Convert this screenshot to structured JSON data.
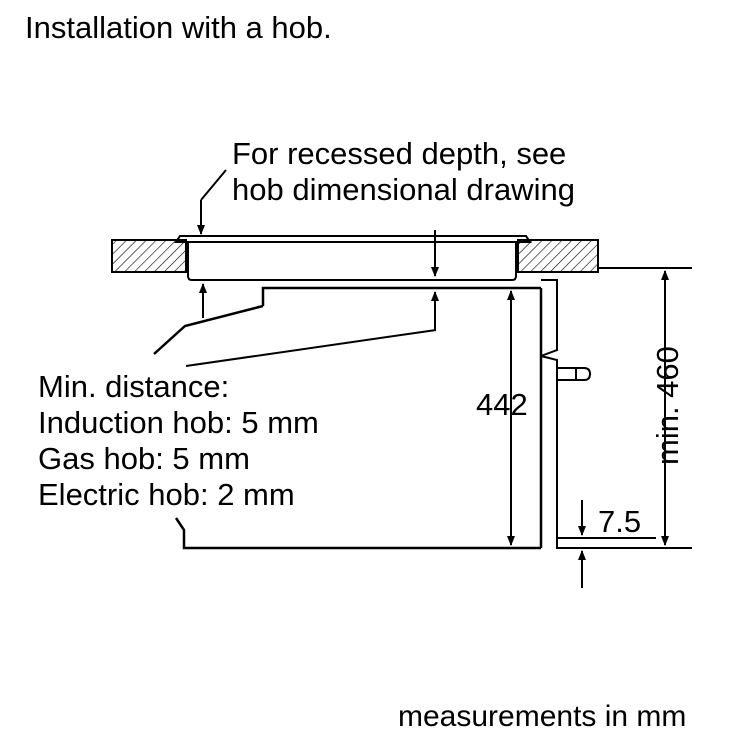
{
  "diagram": {
    "title": "Installation with a hob.",
    "note_line_1": "For recessed depth, see",
    "note_line_2": "hob dimensional drawing",
    "distance_heading": "Min. distance:",
    "distance_induction": "Induction hob: 5 mm",
    "distance_gas": "Gas hob: 5 mm",
    "distance_electric": "Electric hob: 2 mm",
    "dim_height": "442",
    "dim_gap": "7.5",
    "dim_min_height": "min. 460",
    "units_note": "measurements in mm"
  },
  "colors": {
    "line": "#000000",
    "background": "#ffffff"
  }
}
